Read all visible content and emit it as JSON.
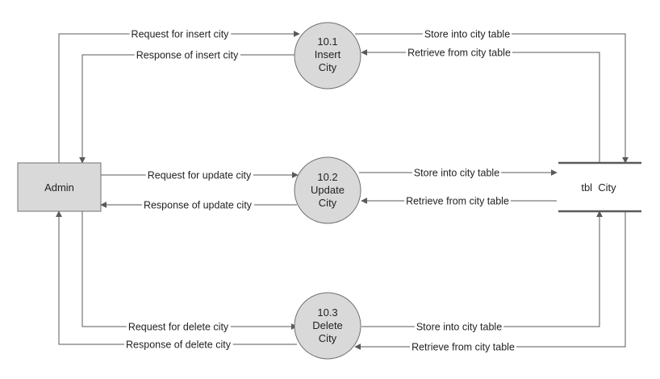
{
  "colors": {
    "line": "#5a5a5a",
    "node_fill": "#d9d9d9",
    "node_stroke": "#707070",
    "text": "#222222"
  },
  "entity": {
    "label": "Admin"
  },
  "datastore": {
    "label": "tbl  City"
  },
  "processes": [
    {
      "number": "10.1",
      "name_line1": "Insert",
      "name_line2": "City"
    },
    {
      "number": "10.2",
      "name_line1": "Update",
      "name_line2": "City"
    },
    {
      "number": "10.3",
      "name_line1": "Delete",
      "name_line2": "City"
    }
  ],
  "flows": [
    {
      "label": "Request for insert city"
    },
    {
      "label": "Response of insert city"
    },
    {
      "label": "Store into city table"
    },
    {
      "label": "Retrieve from city table"
    },
    {
      "label": "Request for update city"
    },
    {
      "label": "Response of update city"
    },
    {
      "label": "Store into city table"
    },
    {
      "label": "Retrieve from city table"
    },
    {
      "label": "Request for delete city"
    },
    {
      "label": "Response of delete city"
    },
    {
      "label": "Store into city table"
    },
    {
      "label": "Retrieve from city table"
    }
  ]
}
